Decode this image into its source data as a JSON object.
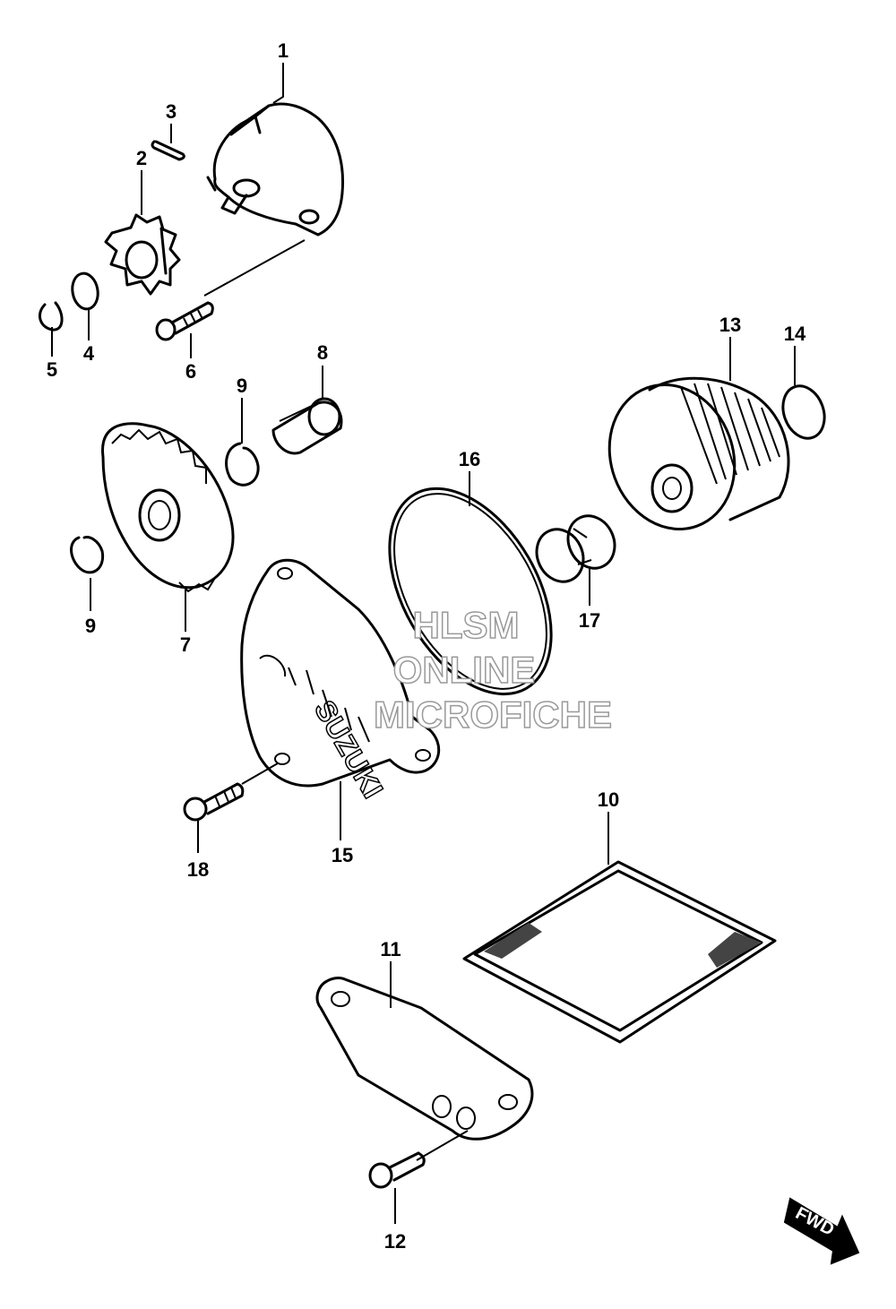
{
  "callouts": [
    "1",
    "2",
    "3",
    "4",
    "5",
    "6",
    "7",
    "8",
    "9",
    "9",
    "10",
    "11",
    "12",
    "13",
    "14",
    "15",
    "16",
    "17",
    "18"
  ],
  "watermark": {
    "line1": "HLSM",
    "line2": "ONLINE",
    "line3": "MICROFICHE"
  },
  "fwd_label": "FWD",
  "embossed_logo": "SUZUKI"
}
